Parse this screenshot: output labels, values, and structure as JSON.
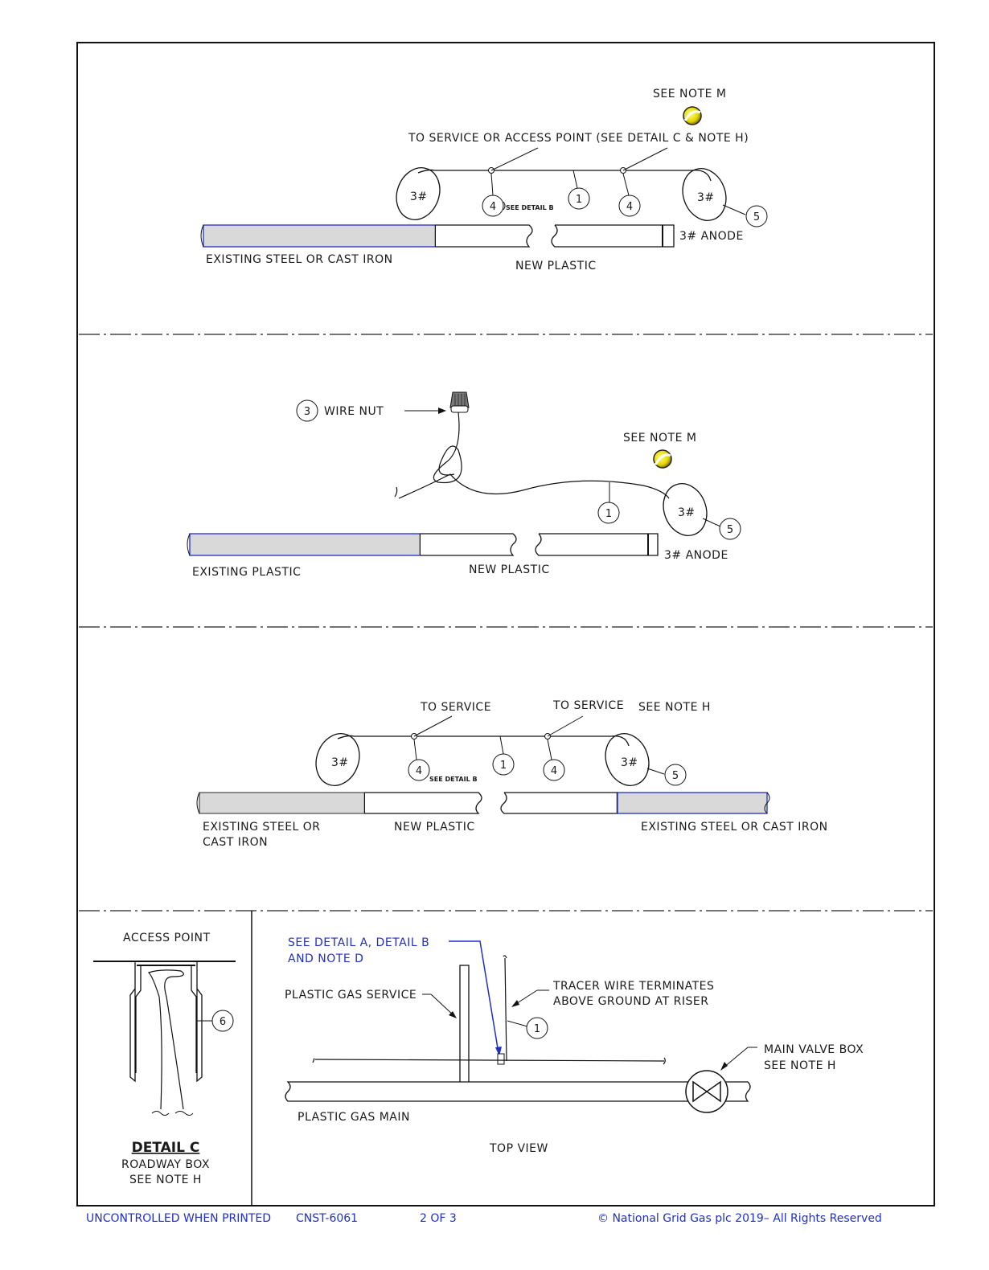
{
  "section1": {
    "see_note_m": "SEE NOTE M",
    "to_service_access": "TO SERVICE OR ACCESS POINT (SEE DETAIL C & NOTE H)",
    "see_detail_b": "SEE DETAIL B",
    "existing_steel": "EXISTING STEEL OR CAST IRON",
    "new_plastic": "NEW PLASTIC",
    "anode": "3# ANODE",
    "anode_mark": "3#",
    "callouts": [
      "4",
      "1",
      "4",
      "5"
    ]
  },
  "section2": {
    "wire_nut": "WIRE NUT",
    "wire_nut_num": "3",
    "see_note_m": "SEE NOTE M",
    "existing_plastic": "EXISTING PLASTIC",
    "new_plastic": "NEW PLASTIC",
    "anode": "3# ANODE",
    "anode_mark": "3#",
    "callouts": [
      "1",
      "5"
    ]
  },
  "section3": {
    "to_service_1": "TO SERVICE",
    "to_service_2": "TO SERVICE",
    "see_note_h": "SEE NOTE H",
    "see_detail_b": "SEE DETAIL B",
    "existing_steel_left_1": "EXISTING STEEL OR",
    "existing_steel_left_2": "CAST IRON",
    "new_plastic": "NEW PLASTIC",
    "existing_steel_right": "EXISTING STEEL OR CAST IRON",
    "anode_mark": "3#",
    "callouts": [
      "4",
      "1",
      "4",
      "5"
    ]
  },
  "detail_c": {
    "access_point": "ACCESS POINT",
    "callout": "6",
    "title": "DETAIL C",
    "line2": "ROADWAY BOX",
    "line3": "SEE NOTE H"
  },
  "top_view": {
    "see_detail_1": "SEE DETAIL A, DETAIL B",
    "see_detail_2": "AND NOTE D",
    "plastic_service": "PLASTIC GAS SERVICE",
    "tracer_1": "TRACER WIRE TERMINATES",
    "tracer_2": "ABOVE GROUND AT RISER",
    "callout": "1",
    "valve_1": "MAIN VALVE BOX",
    "valve_2": "SEE NOTE H",
    "plastic_main": "PLASTIC GAS MAIN",
    "caption": "TOP VIEW"
  },
  "footer": {
    "uncontrolled": "UNCONTROLLED WHEN PRINTED",
    "doc_number": "CNST-6061",
    "page": "2 OF 3",
    "copyright": "© National Grid Gas plc 2019– All Rights Reserved"
  },
  "colors": {
    "blue": "#1f2fc8",
    "steel_fill": "#d9d9d9",
    "magnet_yellow": "#f2e600"
  }
}
